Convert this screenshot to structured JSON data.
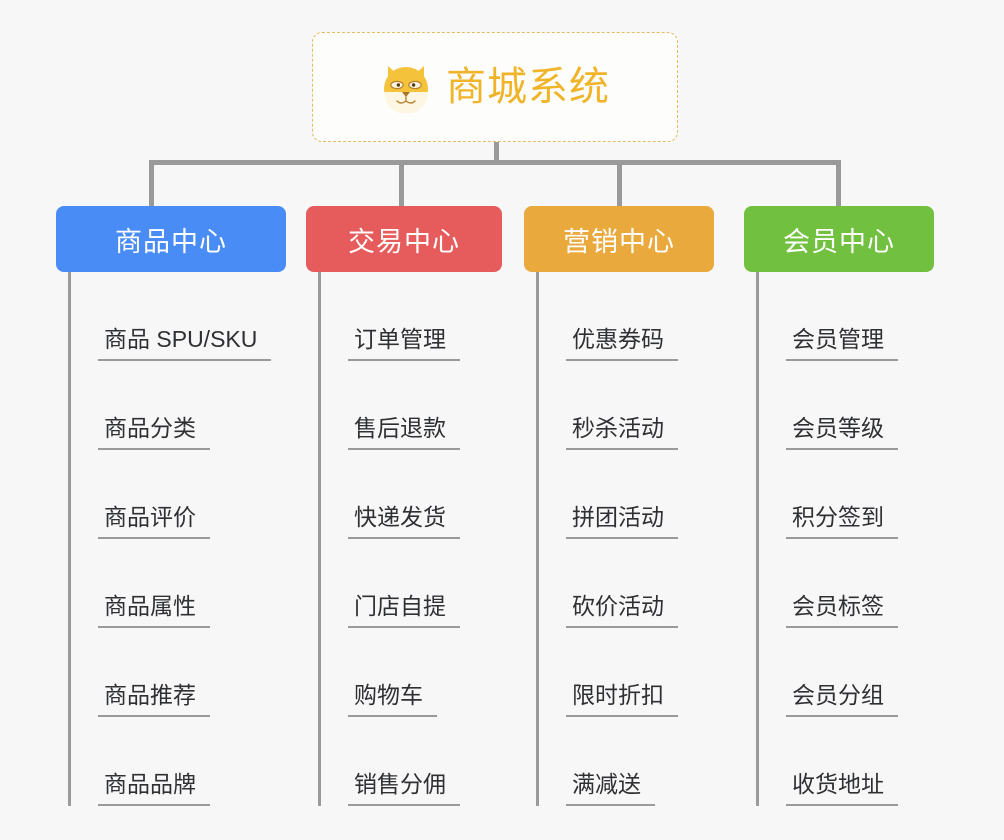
{
  "diagram": {
    "type": "mindmap",
    "background_color": "#f7f7f7",
    "connector_color": "#9a9a9a",
    "root": {
      "title": "商城系统",
      "icon": "shiba-dog-face-icon",
      "border_color": "#e8b964",
      "text_color": "#f0b429",
      "background_color": "#fdfdfc"
    },
    "columns": [
      {
        "id": "product-center",
        "label": "商品中心",
        "color": "#4a8cf5",
        "items": [
          "商品 SPU/SKU",
          "商品分类",
          "商品评价",
          "商品属性",
          "商品推荐",
          "商品品牌"
        ]
      },
      {
        "id": "trade-center",
        "label": "交易中心",
        "color": "#e65c5c",
        "items": [
          "订单管理",
          "售后退款",
          "快递发货",
          "门店自提",
          "购物车",
          "销售分佣"
        ]
      },
      {
        "id": "marketing-center",
        "label": "营销中心",
        "color": "#eaa93c",
        "items": [
          "优惠券码",
          "秒杀活动",
          "拼团活动",
          "砍价活动",
          "限时折扣",
          "满减送"
        ]
      },
      {
        "id": "member-center",
        "label": "会员中心",
        "color": "#72c040",
        "items": [
          "会员管理",
          "会员等级",
          "积分签到",
          "会员标签",
          "会员分组",
          "收货地址"
        ]
      }
    ]
  }
}
